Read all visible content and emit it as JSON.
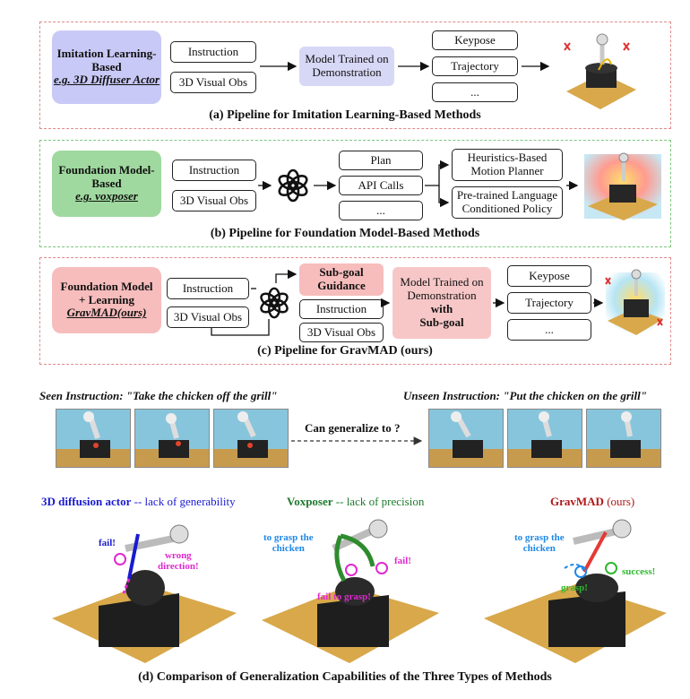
{
  "panel_a": {
    "tag": {
      "line1": "Imitation Learning-",
      "line2": "Based",
      "example": "e.g. 3D Diffuser Actor"
    },
    "inputs": [
      "Instruction",
      "3D Visual Obs"
    ],
    "model": "Model Trained on Demonstration",
    "outputs": [
      "Keypose",
      "Trajectory",
      "..."
    ],
    "caption": "(a) Pipeline for Imitation Learning-Based Methods"
  },
  "panel_b": {
    "tag": {
      "line1": "Foundation Model-",
      "line2": "Based",
      "example": "e.g. voxposer"
    },
    "inputs": [
      "Instruction",
      "3D Visual Obs"
    ],
    "outputs": [
      "Plan",
      "API Calls",
      "..."
    ],
    "policies": [
      "Heuristics-Based Motion Planner",
      "Pre-trained Language Conditioned Policy"
    ],
    "caption": "(b) Pipeline for Foundation Model-Based Methods"
  },
  "panel_c": {
    "tag": {
      "line1": "Foundation Model",
      "line2": "+ Learning",
      "example": "GravMAD(ours)"
    },
    "inputs": [
      "Instruction",
      "3D Visual Obs"
    ],
    "subgoal": "Sub-goal Guidance",
    "mid_inputs": [
      "Instruction",
      "3D Visual Obs"
    ],
    "model": {
      "line1": "Model Trained on",
      "line2": "Demonstration",
      "line3": "with",
      "line4": "Sub-goal"
    },
    "outputs": [
      "Keypose",
      "Trajectory",
      "..."
    ],
    "caption": "(c) Pipeline for GravMAD (ours)"
  },
  "panel_d": {
    "seen": "Seen Instruction: \"Take the chicken off the grill\"",
    "unseen": "Unseen Instruction: \"Put the chicken on the grill\"",
    "generalize": "Can generalize to ?",
    "methods": [
      {
        "name": "3D diffusion actor",
        "rest": " -- lack of generability",
        "color": "#1a1ad0"
      },
      {
        "name": "Voxposer",
        "rest": " -- lack of precision",
        "color": "#1e7a2e"
      },
      {
        "name": "GravMAD",
        "rest": " (ours)",
        "color": "#b01818"
      }
    ],
    "annotations": {
      "fail1": "fail!",
      "wrong1": "wrong",
      "wrong2": "direction!",
      "grasp_v1": "to grasp the",
      "grasp_v2": "chicken",
      "fail2": "fail!",
      "fail_grasp": "fail to grasp!",
      "grasp_g1": "to grasp the",
      "grasp_g2": "chicken",
      "grasp_g3": "grasp!",
      "success": "success!"
    },
    "caption": "(d) Comparison of Generalization Capabilities of the Three Types of Methods"
  },
  "colors": {
    "panel_a_border": "#e08a8a",
    "panel_b_border": "#7bc77b",
    "panel_c_border": "#e08a8a",
    "tag_a": "#c9c9f7",
    "tag_b": "#9fd99f",
    "tag_c": "#f7bcbc",
    "table_wood": "#d8a84a",
    "grill": "#262626"
  }
}
